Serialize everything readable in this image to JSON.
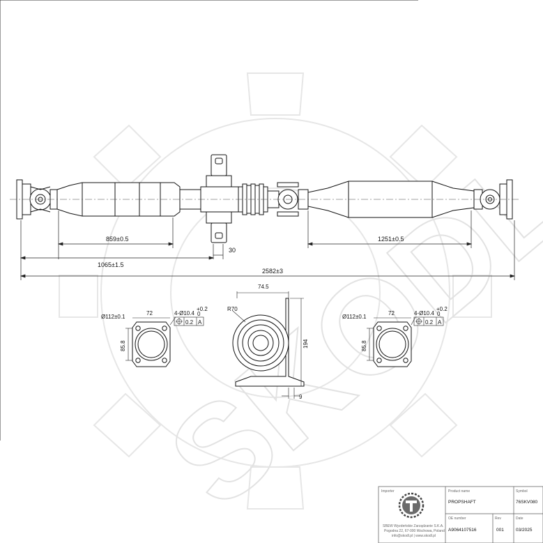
{
  "watermark": {
    "brand_text": "SKODL"
  },
  "dimensions": {
    "d859": "859±0.5",
    "d1065": "1065±1.5",
    "d30": "30",
    "d1251": "1251±0.5",
    "d2582": "2582±3",
    "d74_5": "74.5",
    "dR70": "R70",
    "d194": "194",
    "d9": "9",
    "flange_left": {
      "dia": "Ø112±0.1",
      "width": "72",
      "holes_prefix": "4-Ø10.4",
      "holes_upper": "+0.2",
      "holes_lower": "0",
      "height": "85.8",
      "tol_value": "0.2",
      "tol_datum": "A"
    },
    "flange_right": {
      "dia": "Ø112±0.1",
      "width": "72",
      "holes_prefix": "4-Ø10.4",
      "holes_upper": "+0.2",
      "holes_lower": "0",
      "height": "85.8",
      "tol_value": "0.2",
      "tol_datum": "A"
    }
  },
  "title_block": {
    "importer_label": "Importer",
    "importer_text_1": "SBEW Wyzdeńskie Zarządzanie S.K.A.",
    "importer_text_2": "Pogodna 22, 67-000 Wschowa, Poland",
    "importer_text_3": "info@skodl.pl | www.skodl.pl",
    "product_label": "Product name",
    "product_value": "PROPSHAFT",
    "symbol_label": "Symbol",
    "symbol_value": "76SKV080",
    "oe_label": "OE number",
    "oe_value": "A9064107516",
    "rev_label": "Rev",
    "rev_value": "001",
    "date_label": "Date",
    "date_value": "03/2025"
  }
}
